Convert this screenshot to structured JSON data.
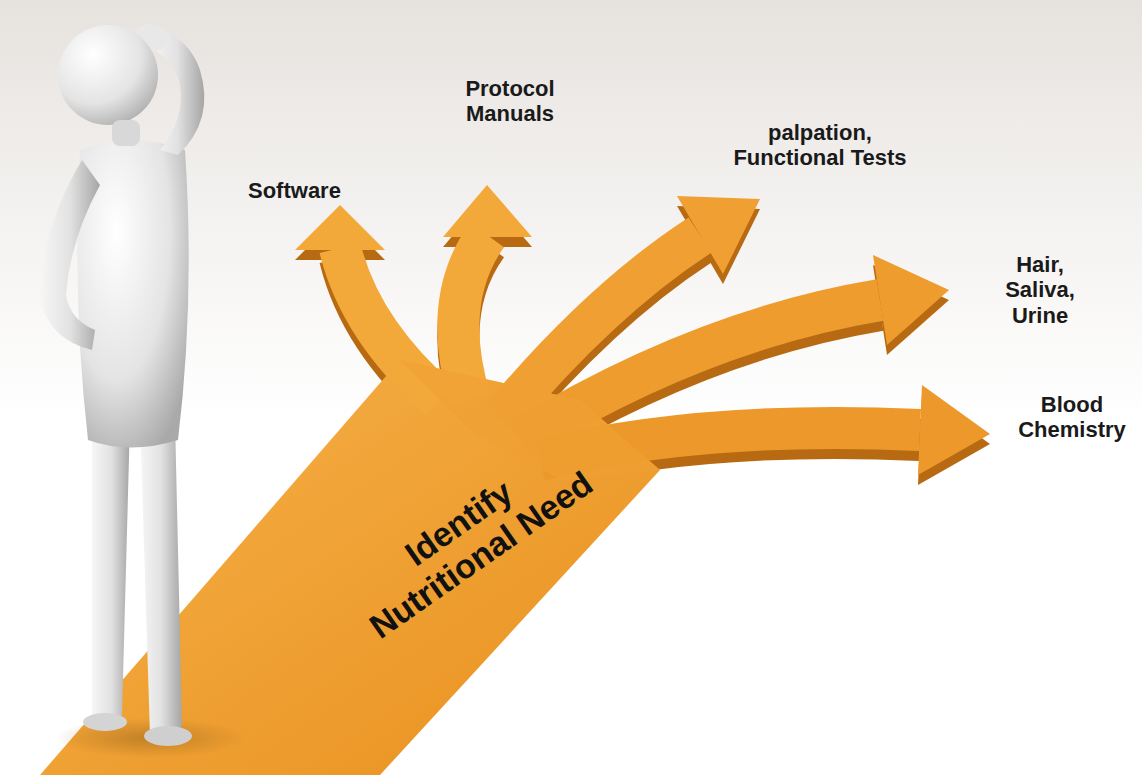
{
  "diagram": {
    "labels": [
      "Software",
      "Protocol Manuals",
      "palpation, Functional Tests",
      "Hair, Saliva, Urine",
      "Blood Chemistry",
      "Identify Nutritional Need"
    ]
  }
}
